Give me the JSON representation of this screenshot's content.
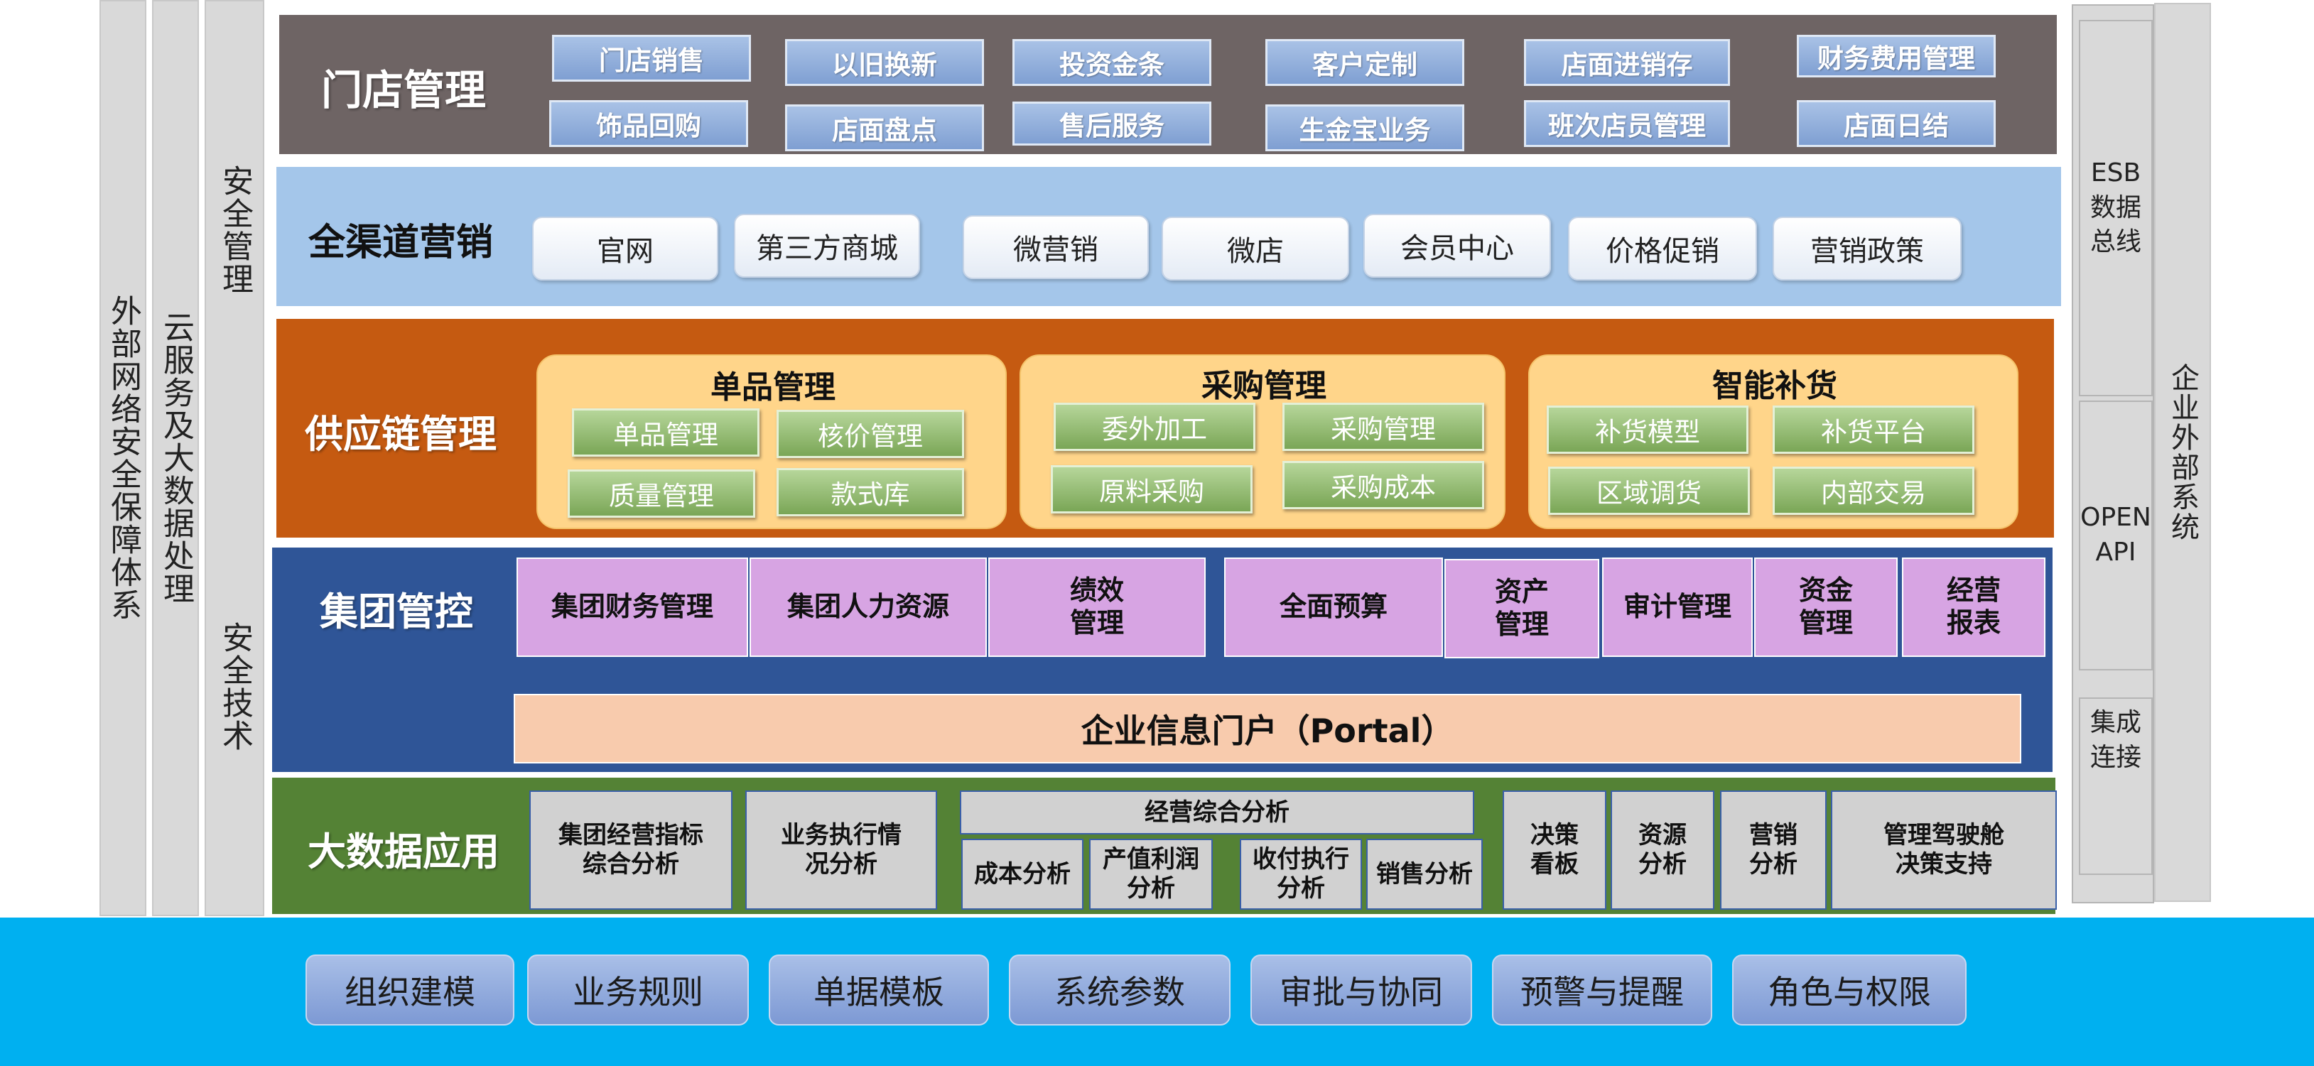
{
  "left_columns": {
    "external_security": "外部网络安全保障体系",
    "cloud_bigdata": "云服务及大数据处理",
    "security_mgmt": "安全管理",
    "security_tech": "安全技术"
  },
  "store": {
    "title": "门店管理",
    "items": [
      "门店销售",
      "以旧换新",
      "投资金条",
      "客户定制",
      "店面进销存",
      "财务费用管理",
      "饰品回购",
      "店面盘点",
      "售后服务",
      "生金宝业务",
      "班次店员管理",
      "店面日结"
    ]
  },
  "omni": {
    "title": "全渠道营销",
    "items": [
      "官网",
      "第三方商城",
      "微营销",
      "微店",
      "会员中心",
      "价格促销",
      "营销政策"
    ]
  },
  "supply": {
    "title": "供应链管理",
    "groups": [
      {
        "title": "单品管理",
        "items": [
          "单品管理",
          "核价管理",
          "质量管理",
          "款式库"
        ]
      },
      {
        "title": "采购管理",
        "items": [
          "委外加工",
          "采购管理",
          "原料采购",
          "采购成本"
        ]
      },
      {
        "title": "智能补货",
        "items": [
          "补货模型",
          "补货平台",
          "区域调货",
          "内部交易"
        ]
      }
    ]
  },
  "group": {
    "title": "集团管控",
    "items": [
      "集团财务管理",
      "集团人力资源",
      "绩效\n管理",
      "全面预算",
      "资产\n管理",
      "审计管理",
      "资金\n管理",
      "经营\n报表"
    ],
    "portal": "企业信息门户（Portal）"
  },
  "bigdata": {
    "title": "大数据应用",
    "items": [
      "集团经营指标\n综合分析",
      "业务执行情\n况分析"
    ],
    "composite_title": "经营综合分析",
    "composite_items": [
      "成本分析",
      "产值利润\n分析",
      "收付执行\n分析",
      "销售分析"
    ],
    "right_items": [
      "决策\n看板",
      "资源\n分析",
      "营销\n分析",
      "管理驾驶舱\n决策支持"
    ]
  },
  "right_columns": {
    "esb": "ESB\n数据\n总线",
    "open_api": "OPEN\nAPI",
    "integration": "集成\n连接",
    "external_system": "企业外部系统"
  },
  "bottom": {
    "items": [
      "组织建模",
      "业务规则",
      "单据模板",
      "系统参数",
      "审批与协同",
      "预警与提醒",
      "角色与权限"
    ]
  }
}
